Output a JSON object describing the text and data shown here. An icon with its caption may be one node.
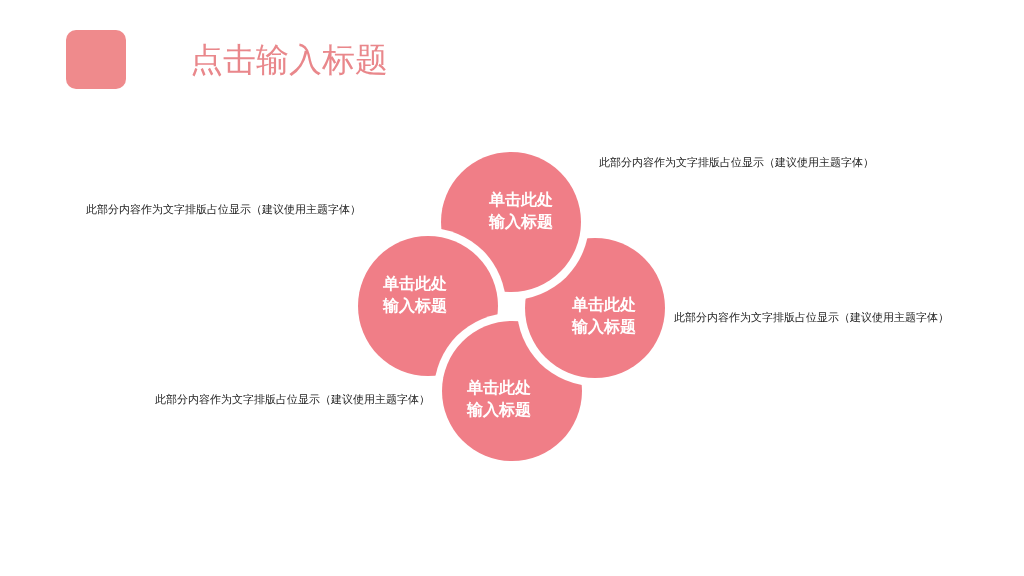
{
  "diagram": {
    "title": "点击输入标题",
    "nodes": [
      {
        "text": [
          "单击此处输入标题"
        ],
        "beside": [
          "此部分内容作为文字排版占位显示（建议使用主题字体）"
        ]
      },
      {
        "text": [
          "单击此处输入标题"
        ],
        "beside": [
          "此部分内容作为文字排版占位显示（建议使用主题字体）"
        ]
      },
      {
        "text": [
          "单击此处输入标题"
        ],
        "beside": [
          "此部分内容作为文字排版占位显示（建议使用主题字体）"
        ]
      },
      {
        "text": [
          "单击此处输入标题"
        ],
        "beside": [
          "此部分内容作为文字排版占位显示（建议使用主题字体）"
        ]
      }
    ]
  }
}
